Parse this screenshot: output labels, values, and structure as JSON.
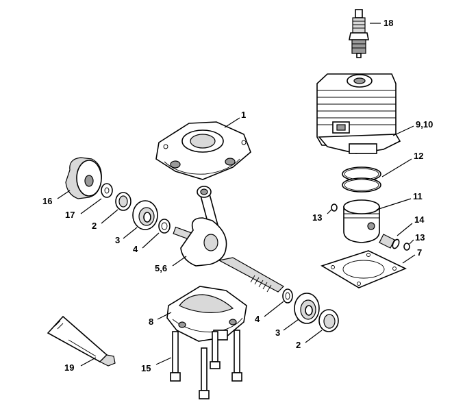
{
  "callouts": {
    "c1": "1",
    "c2a": "2",
    "c2b": "2",
    "c3a": "3",
    "c3b": "3",
    "c4a": "4",
    "c4b": "4",
    "c56": "5,6",
    "c7": "7",
    "c8": "8",
    "c910": "9,10",
    "c11": "11",
    "c12": "12",
    "c13a": "13",
    "c13b": "13",
    "c14": "14",
    "c15": "15",
    "c16": "16",
    "c17": "17",
    "c18": "18",
    "c19": "19"
  }
}
